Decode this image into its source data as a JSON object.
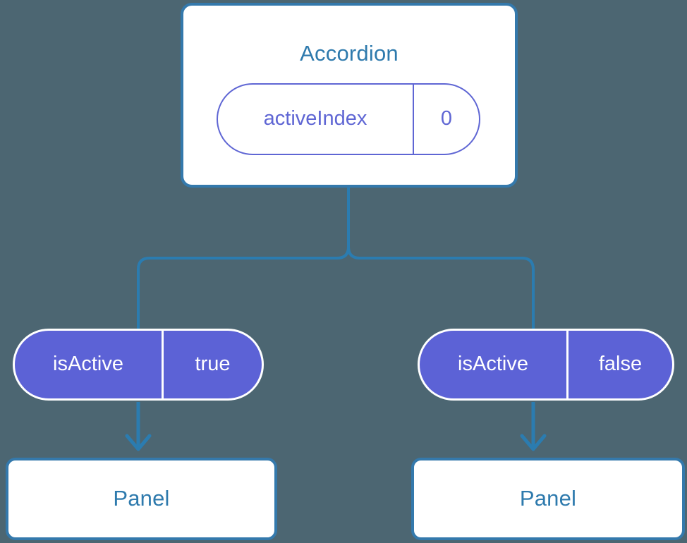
{
  "diagram": {
    "type": "component-state-tree",
    "background_color": "#4c6672",
    "accent_color": "#3479ac",
    "state_color": "#5c62d6",
    "root": {
      "title": "Accordion",
      "state": {
        "key": "activeIndex",
        "value": "0"
      }
    },
    "branches": [
      {
        "side": "left",
        "prop": {
          "key": "isActive",
          "value": "true"
        },
        "child": {
          "title": "Panel"
        }
      },
      {
        "side": "right",
        "prop": {
          "key": "isActive",
          "value": "false"
        },
        "child": {
          "title": "Panel"
        }
      }
    ]
  }
}
